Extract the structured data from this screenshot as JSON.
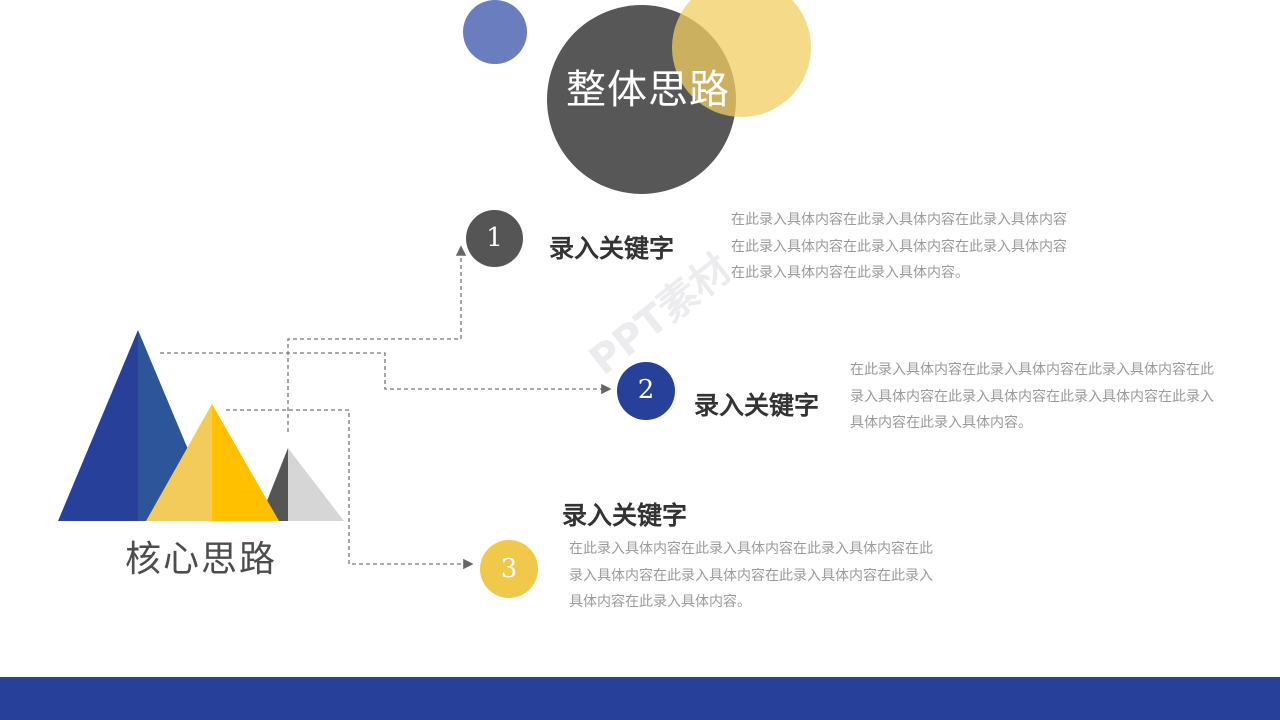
{
  "title": "整体思路",
  "core_label": "核心思路",
  "watermark": "PPT素材",
  "items": [
    {
      "number": "1",
      "keyword": "录入关键字",
      "description_lines": [
        "在此录入具体内容在此录入具体内容在此录入具体内容",
        "在此录入具体内容在此录入具体内容在此录入具体内容",
        "在此录入具体内容在此录入具体内容。"
      ]
    },
    {
      "number": "2",
      "keyword": "录入关键字",
      "description_lines": [
        "在此录入具体内容在此录入具体内容在此录入具体内容在此",
        "录入具体内容在此录入具体内容在此录入具体内容在此录入",
        "具体内容在此录入具体内容。"
      ]
    },
    {
      "number": "3",
      "keyword": "录入关键字",
      "description_lines": [
        "在此录入具体内容在此录入具体内容在此录入具体内容在此",
        "录入具体内容在此录入具体内容在此录入具体内容在此录入",
        "具体内容在此录入具体内容。"
      ]
    }
  ],
  "colors": {
    "dark_gray": "#555555",
    "blue": "#27409a",
    "light_blue": "#6a7dbf",
    "yellow": "#f0c84a",
    "text_gray": "#9a9a9a"
  }
}
